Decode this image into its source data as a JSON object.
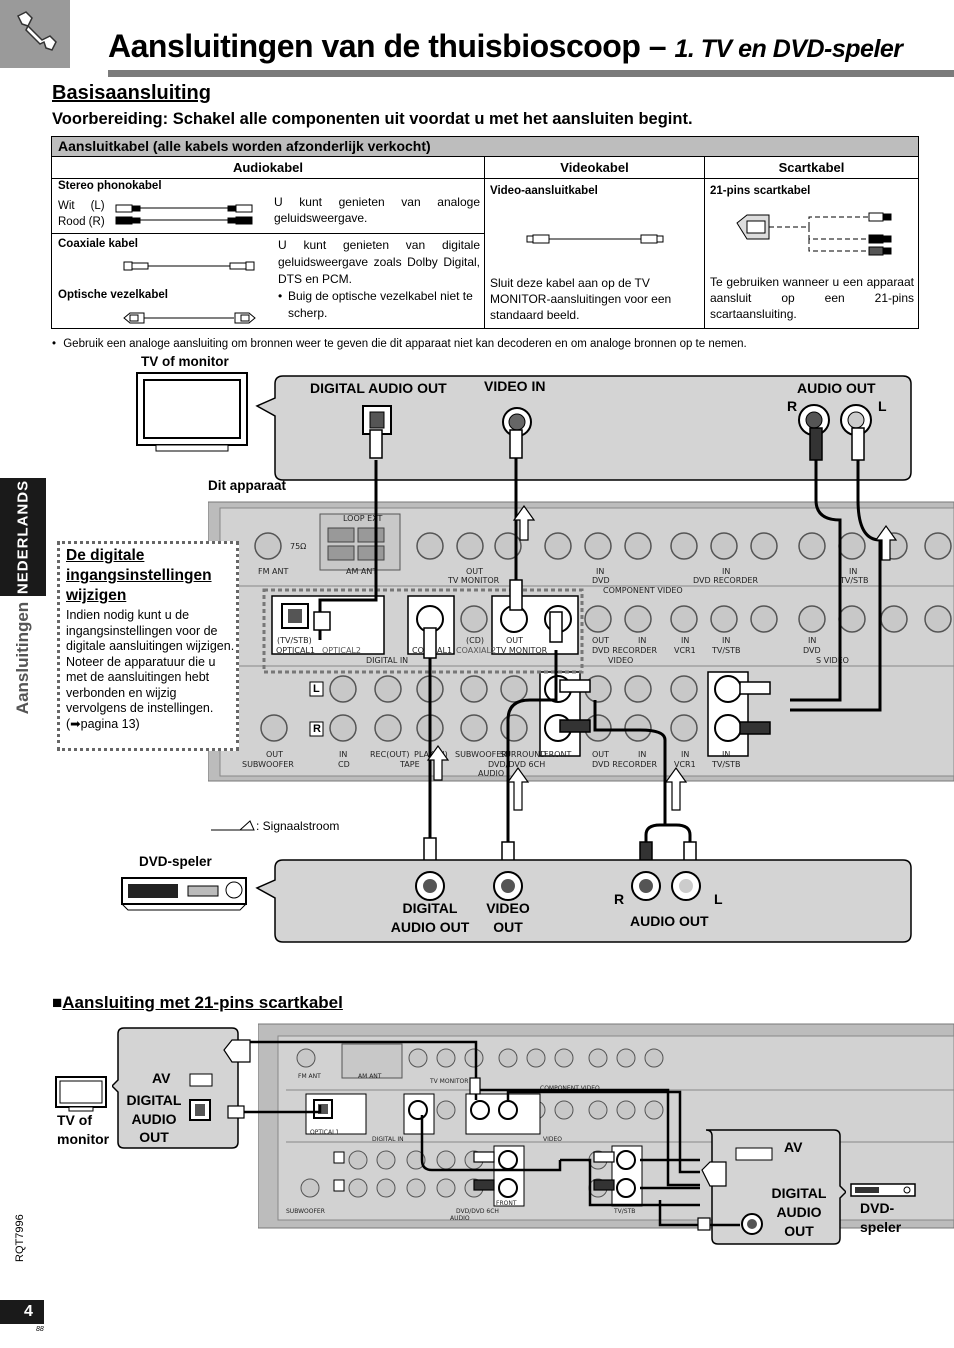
{
  "header": {
    "title_main": "Aansluitingen van de thuisbioscoop –",
    "title_sub": "1. TV en DVD-speler",
    "icon": "wrench-icon"
  },
  "side_tab": {
    "language": "NEDERLANDS",
    "section": "Aansluitingen"
  },
  "section": {
    "heading": "Basisaansluiting",
    "preparation": "Voorbereiding: Schakel alle componenten uit voordat u met het aansluiten begint."
  },
  "cable_table": {
    "caption": "Aansluitkabel (alle kabels worden afzonderlijk verkocht)",
    "columns": [
      "Audiokabel",
      "Videokabel",
      "Scartkabel"
    ],
    "audio": {
      "stereo_title": "Stereo phonokabel",
      "stereo_white": "Wit     (L)",
      "stereo_red": "Rood (R)",
      "stereo_desc": "U kunt genieten van analoge geluidsweergave.",
      "coax_title": "Coaxiale kabel",
      "optical_title": "Optische vezelkabel",
      "digital_desc": "U kunt genieten van digitale geluidsweergave zoals Dolby Digital, DTS en PCM.",
      "digital_note": "Buig de optische vezelkabel niet te scherp."
    },
    "video": {
      "title": "Video-aansluitkabel",
      "desc": "Sluit deze kabel aan op de TV MONITOR-aansluitingen voor een standaard beeld."
    },
    "scart": {
      "title": "21-pins scartkabel",
      "desc": "Te gebruiken wanneer u een apparaat aansluit op een 21-pins scartaansluiting."
    }
  },
  "note": "Gebruik een analoge aansluiting om bronnen weer te geven die dit apparaat niet kan decoderen en om analoge bronnen op te nemen.",
  "diagram1": {
    "tv_label": "TV of monitor",
    "tv_digital_out": "DIGITAL AUDIO OUT",
    "tv_video_in": "VIDEO IN",
    "tv_audio_out": "AUDIO OUT",
    "r": "R",
    "l": "L",
    "unit_label": "Dit apparaat",
    "callout_title": "De digitale ingangsinstellingen wijzigen",
    "callout_text": "Indien nodig kunt u de ingangsinstellingen voor de digitale aansluitingen wijzigen. Noteer de apparatuur die u met de aansluitingen hebt verbonden en wijzig vervolgens de instellingen. (➡pagina 13)",
    "signal_legend": ": Signaalstroom",
    "dvd_label": "DVD-speler",
    "dvd_digital_out": "DIGITAL AUDIO OUT",
    "dvd_video_out": "VIDEO OUT",
    "dvd_audio_out": "AUDIO OUT",
    "panel": {
      "fm_ant": "FM ANT",
      "am_ant": "AM ANT",
      "loop_ext": "LOOP EXT",
      "ohm": "75Ω",
      "out_tv_monitor": "TV MONITOR",
      "component_video": "COMPONENT VIDEO",
      "dvd": "DVD",
      "dvd_recorder": "DVD RECORDER",
      "tv_stb": "TV/STB",
      "optical1": "OPTICAL1",
      "optical2": "OPTICAL2",
      "coaxial1": "COAXIAL1",
      "coaxial2": "COAXIAL2",
      "digital_in": "DIGITAL IN",
      "tvstb_paren": "(TV/STB)",
      "cd_paren": "(CD)",
      "out": "OUT",
      "in": "IN",
      "vcr1": "VCR1",
      "video": "VIDEO",
      "s_video": "S VIDEO",
      "subwoofer": "SUBWOOFER",
      "cd": "CD",
      "tape": "TAPE",
      "rec_out": "REC(OUT)",
      "play_in": "PLAY(IN)",
      "surround": "SURROUND",
      "front": "FRONT",
      "dvd6ch": "DVD/DVD 6CH",
      "audio": "AUDIO",
      "l": "L",
      "r": "R"
    }
  },
  "scart_section": {
    "heading": "Aansluiting met 21-pins scartkabel",
    "tv_label": "TV of monitor",
    "tv_av": "AV",
    "tv_digital": "DIGITAL AUDIO OUT",
    "dvd_av": "AV",
    "dvd_digital": "DIGITAL AUDIO OUT",
    "dvd_label": "DVD-speler"
  },
  "footer": {
    "code": "RQT7996",
    "page": "4",
    "small": "88"
  },
  "colors": {
    "panel_gray": "#d4d4d4",
    "table_header": "#bdbdbd",
    "dark": "#222222",
    "tab_black": "#1a1a1a"
  }
}
